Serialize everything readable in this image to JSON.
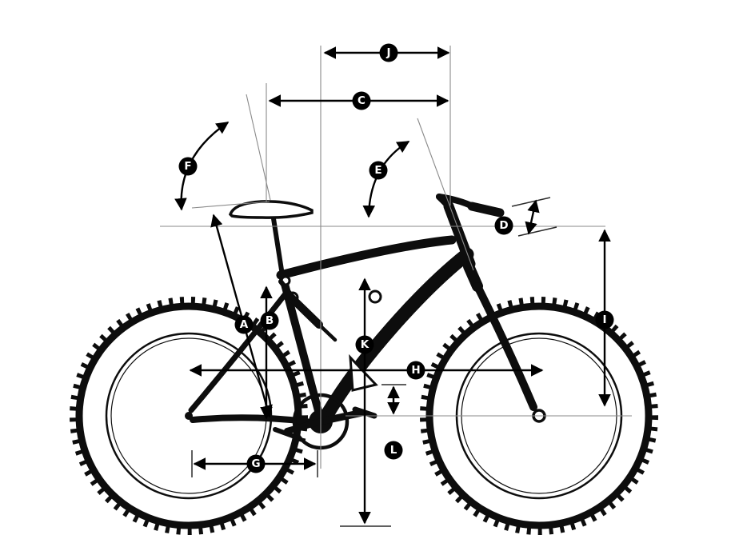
{
  "diagram": {
    "colors": {
      "line": "#000000",
      "reference_line": "#8a8a8a",
      "badge_background": "#000000",
      "badge_letter": "#ffffff",
      "background": "#ffffff"
    },
    "annotations": [
      {
        "letter": "A"
      },
      {
        "letter": "B"
      },
      {
        "letter": "C"
      },
      {
        "letter": "D"
      },
      {
        "letter": "E"
      },
      {
        "letter": "F"
      },
      {
        "letter": "G"
      },
      {
        "letter": "H"
      },
      {
        "letter": "I"
      },
      {
        "letter": "J"
      },
      {
        "letter": "K"
      },
      {
        "letter": "L"
      }
    ]
  }
}
